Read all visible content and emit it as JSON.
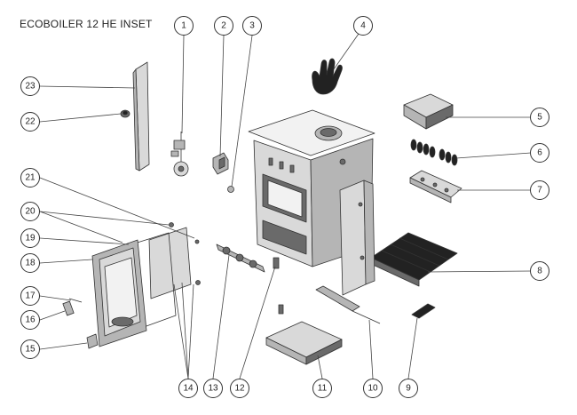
{
  "title": "ECOBOILER 12 HE INSET",
  "callouts": [
    {
      "label": "1"
    },
    {
      "label": "2"
    },
    {
      "label": "3"
    },
    {
      "label": "4"
    },
    {
      "label": "5"
    },
    {
      "label": "6"
    },
    {
      "label": "7"
    },
    {
      "label": "8"
    },
    {
      "label": "9"
    },
    {
      "label": "10"
    },
    {
      "label": "11"
    },
    {
      "label": "12"
    },
    {
      "label": "13"
    },
    {
      "label": "14"
    },
    {
      "label": "15"
    },
    {
      "label": "16"
    },
    {
      "label": "17"
    },
    {
      "label": "18"
    },
    {
      "label": "19"
    },
    {
      "label": "20"
    },
    {
      "label": "21"
    },
    {
      "label": "22"
    },
    {
      "label": "23"
    }
  ],
  "colors": {
    "line": "#333333",
    "steel": "#b5b5b5",
    "light_steel": "#d9d9d9",
    "cast_iron": "#222222"
  }
}
